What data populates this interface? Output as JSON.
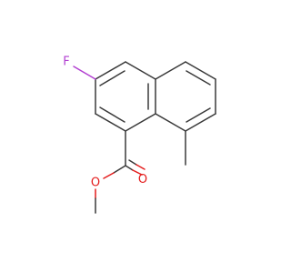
{
  "molecule": {
    "atoms": {
      "fluorine": {
        "symbol": "F",
        "color": "#b23fd1"
      },
      "carbonyl_oxygen": {
        "symbol": "O",
        "color": "#e41c1c"
      },
      "ester_oxygen": {
        "symbol": "O",
        "color": "#e41c1c"
      }
    },
    "bond_color": "#3a3a3a"
  }
}
